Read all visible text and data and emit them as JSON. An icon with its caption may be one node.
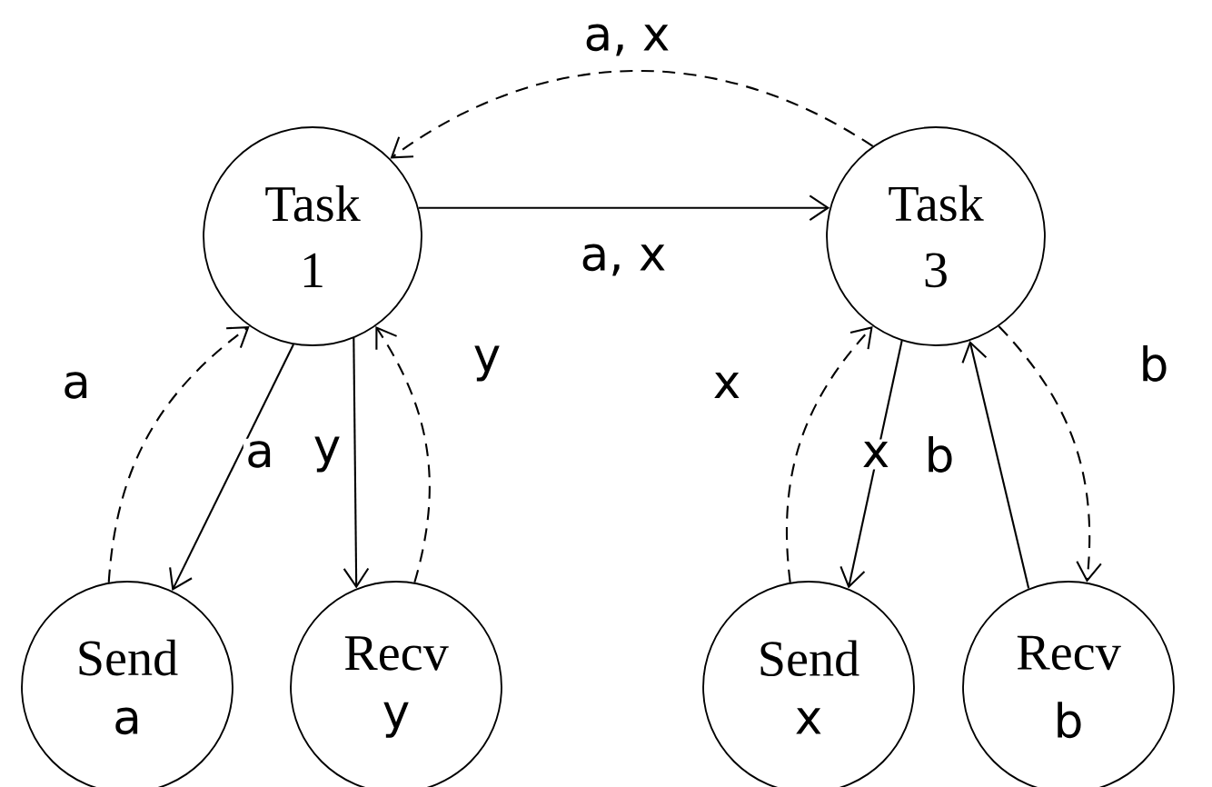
{
  "diagram": {
    "nodes": [
      {
        "text": [
          "Task",
          "1"
        ]
      },
      {
        "text": [
          "Send",
          "a"
        ]
      },
      {
        "text": [
          "Recv",
          "y"
        ]
      },
      {
        "text": [
          "Task",
          "3"
        ]
      },
      {
        "text": [
          "Send",
          "x"
        ]
      },
      {
        "text": [
          "Recv",
          "b"
        ]
      }
    ],
    "edges": [
      {
        "from": 0,
        "to": 3,
        "arrow": "to",
        "label": "a, x"
      },
      {
        "from": 3,
        "to": 0,
        "arrow": "to",
        "label": "a, x",
        "style": "dashed"
      },
      {
        "from": 0,
        "to": 1,
        "arrow": "to",
        "label": "a"
      },
      {
        "from": 1,
        "to": 0,
        "arrow": "to",
        "label": "a",
        "style": "dashed"
      },
      {
        "from": 0,
        "to": 2,
        "arrow": "to",
        "label": "y"
      },
      {
        "from": 2,
        "to": 0,
        "arrow": "to",
        "label": "y",
        "style": "dashed"
      },
      {
        "from": 3,
        "to": 4,
        "arrow": "to",
        "label": "x"
      },
      {
        "from": 4,
        "to": 3,
        "arrow": "to",
        "label": "x",
        "style": "dashed"
      },
      {
        "from": 5,
        "to": 3,
        "arrow": "to",
        "label": "b"
      },
      {
        "from": 3,
        "to": 5,
        "arrow": "to",
        "label": "b",
        "style": "dashed"
      }
    ]
  }
}
